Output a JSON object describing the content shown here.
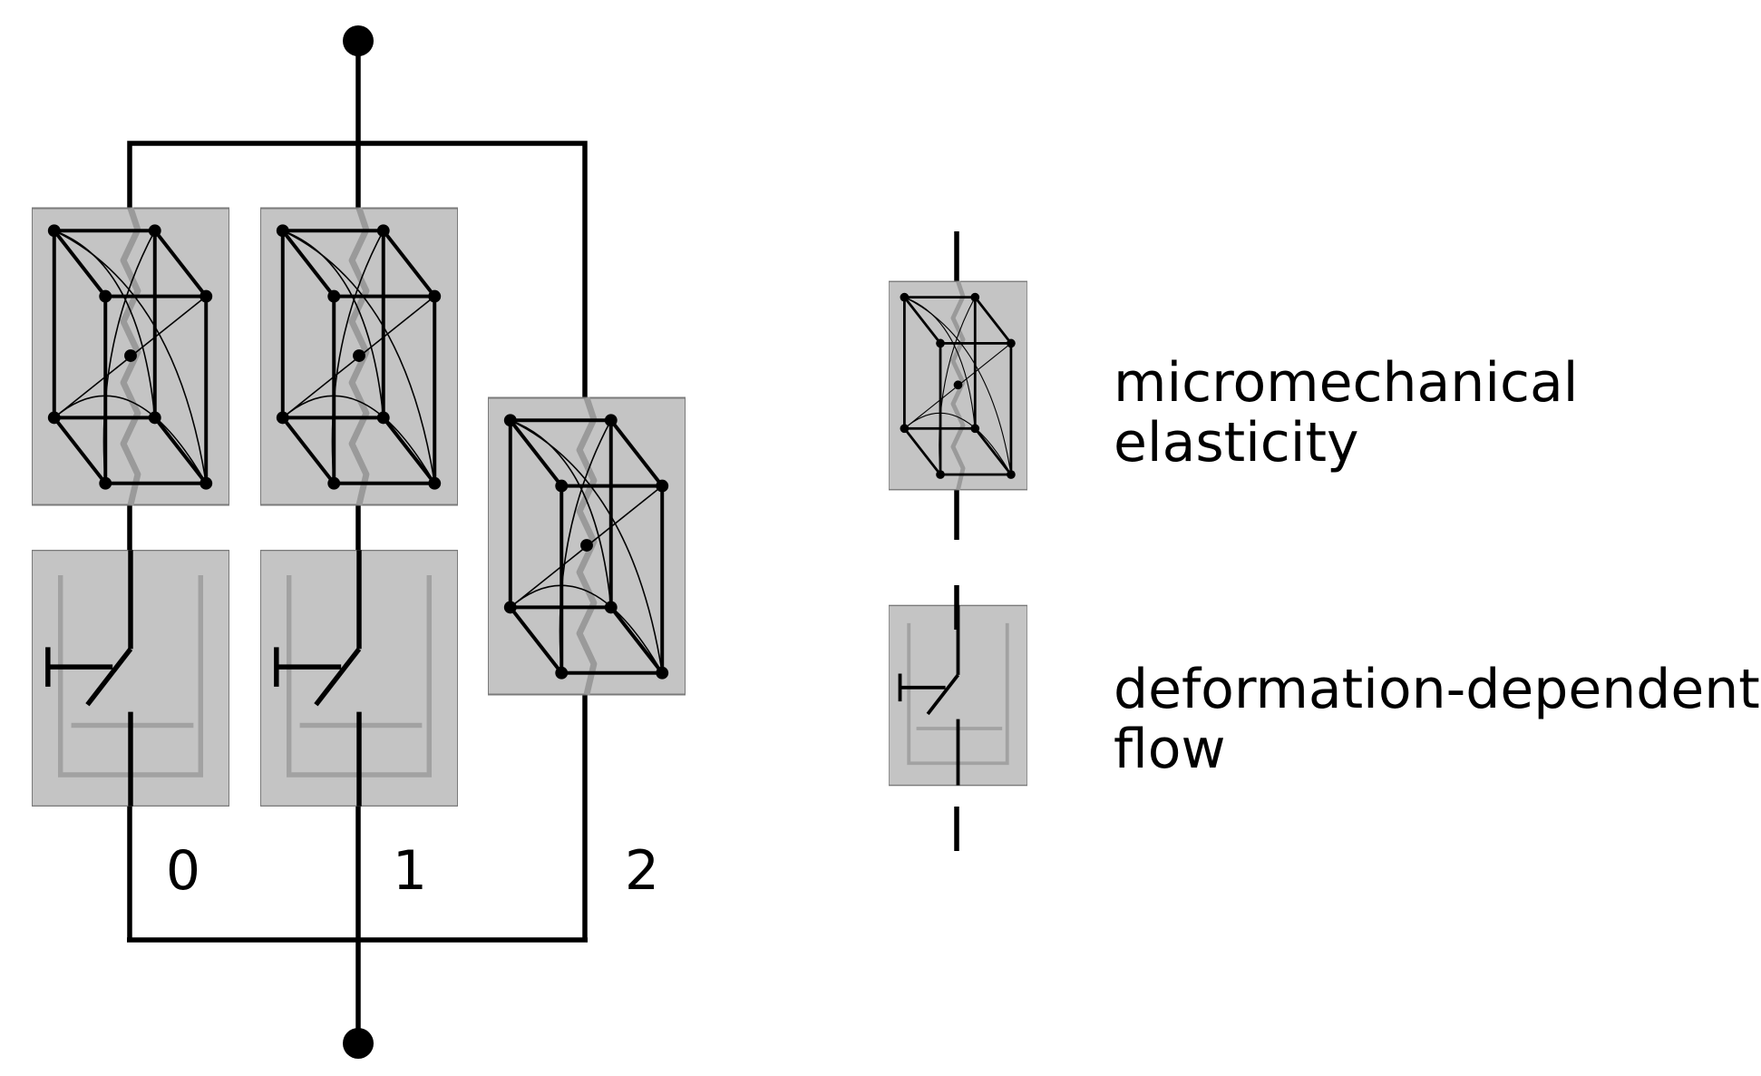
{
  "branch_labels": [
    "0",
    "1",
    "2"
  ],
  "legend": {
    "elasticity": {
      "line1": "micromechanical",
      "line2": "elasticity"
    },
    "flow": {
      "line1": "deformation-dependent",
      "line2": "flow"
    }
  },
  "icons": {
    "elasticity": "rve-cube-icon",
    "flow": "dashpot-slider-icon"
  },
  "colors": {
    "line": "#000000",
    "element_fill": "#c4c4c4",
    "element_border": "#7a7a7a",
    "gray_detail": "#9a9a9a"
  }
}
